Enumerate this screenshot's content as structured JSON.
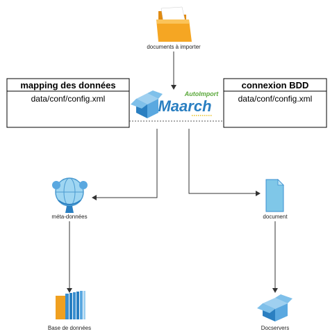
{
  "nodes": {
    "documents_label": "documents à importer",
    "metadata_label": "méta-données",
    "document_label": "document",
    "database_label": "Base de données",
    "docservers_label": "Docservers"
  },
  "mapping_box": {
    "title": "mapping des données",
    "body": "data/conf/config.xml"
  },
  "bdd_box": {
    "title": "connexion BDD",
    "body": "data/conf/config.xml"
  },
  "logo": {
    "subtitle": "AutoImport",
    "name": "Maarch"
  },
  "colors": {
    "folder": "#f5a623",
    "maarch_blue": "#2a7fc1",
    "maarch_green": "#5aa83a",
    "doc_blue": "#7fc7e8",
    "db_orange": "#f0a020",
    "db_blue": "#3a8fd0",
    "line": "#333333"
  },
  "icons": [
    "folder-icon",
    "maarch-box-icon",
    "metadata-globe-icon",
    "document-icon",
    "database-icon",
    "docservers-box-icon"
  ]
}
